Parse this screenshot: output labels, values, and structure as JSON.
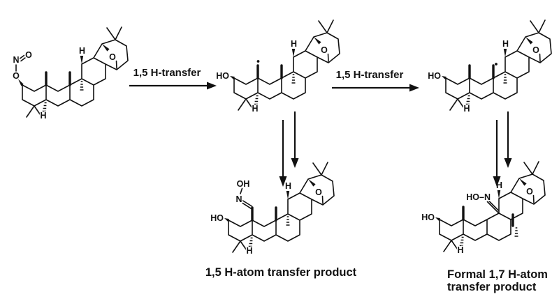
{
  "arrows": {
    "step1_label": "1,5 H-transfer",
    "step2_label": "1,5 H-transfer"
  },
  "captions": {
    "product_15": "1,5 H-atom transfer product",
    "product_17_line1": "Formal 1,7 H-atom",
    "product_17_line2": "transfer product"
  },
  "atom_labels": {
    "hydroxyl": "HO",
    "oxime_hydroxyl": "OH",
    "nitrogen": "N",
    "oxygen": "O",
    "hydrogen": "H",
    "hydroxylamino": "HO–N"
  },
  "colors": {
    "ink": "#111111",
    "background": "#ffffff"
  }
}
